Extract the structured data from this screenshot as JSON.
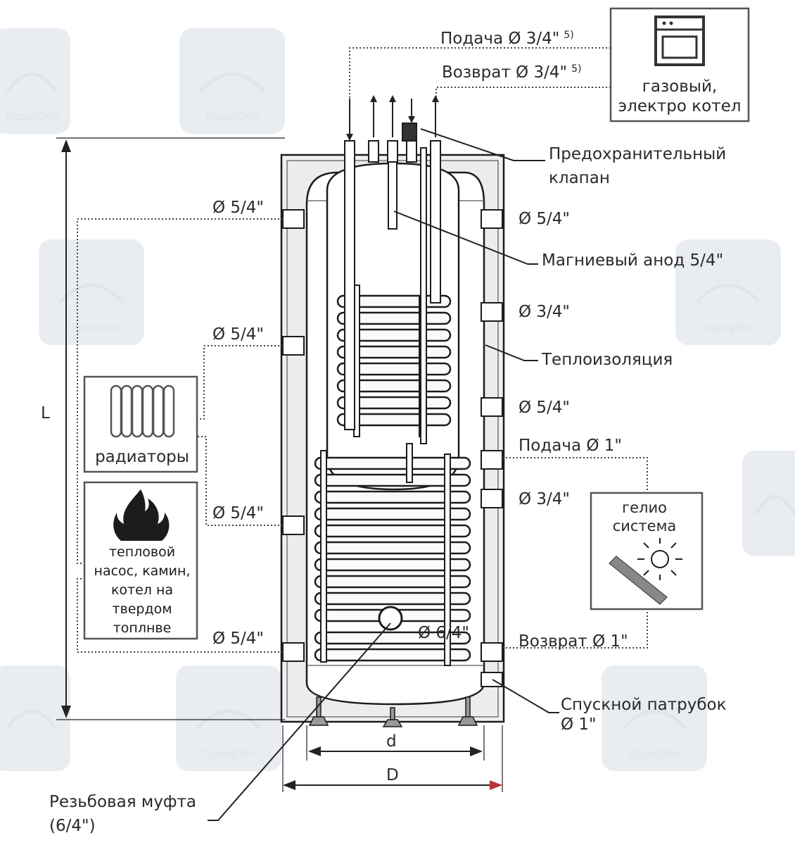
{
  "labels": {
    "top_supply": "Подача Ø 3/4\"",
    "top_supply_note": "5)",
    "top_return": "Возврат Ø 3/4\"",
    "top_return_note": "5)",
    "boiler_line1": "газовый,",
    "boiler_line2": "электро котел",
    "safety_valve_line1": "Предохранительный",
    "safety_valve_line2": "клапан",
    "right_port_1": "Ø 5/4\"",
    "anode": "Магниевый анод 5/4\"",
    "right_port_2": "Ø 3/4\"",
    "insulation": "Теплоизоляция",
    "right_port_3": "Ø 5/4\"",
    "solar_supply": "Подача Ø 1\"",
    "right_port_4": "Ø 3/4\"",
    "solar_line1": "гелио",
    "solar_line2": "система",
    "solar_return": "Возврат Ø 1\"",
    "drain_line1": "Спускной патрубок",
    "drain_line2": "Ø 1\"",
    "left_port_1": "Ø 5/4\"",
    "left_port_2": "Ø 5/4\"",
    "left_port_3": "Ø 5/4\"",
    "left_port_4": "Ø 5/4\"",
    "inner_port": "Ø 6/4\"",
    "radiators": "радиаторы",
    "heat_line1": "тепловой",
    "heat_line2": "насос, камин,",
    "heat_line3": "котел на",
    "heat_line4": "твердом",
    "heat_line5": "топлнве",
    "dim_L": "L",
    "dim_d": "d",
    "dim_D": "D",
    "flange_line1": "Резьбовая муфта",
    "flange_line2": "(6/4\")"
  },
  "watermark_text": "ZigzagDim"
}
